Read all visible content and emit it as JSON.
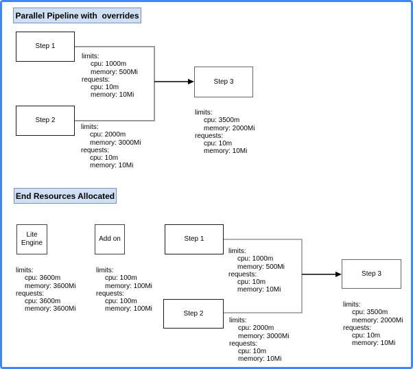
{
  "frame": {
    "border_color": "#4285f4"
  },
  "colors": {
    "title_fill": "#cfe0f4",
    "title_border": "#7a8eb8",
    "node_border": "#1a1a1a",
    "connector_gray": "#999999",
    "arrow_black": "#000000"
  },
  "sections": {
    "pipeline": {
      "title": "Parallel Pipeline with  overrides",
      "nodes": {
        "step1": {
          "label": "Step 1"
        },
        "step2": {
          "label": "Step 2"
        },
        "step3": {
          "label": "Step 3"
        }
      },
      "resources": {
        "step1": {
          "lines": [
            "limits:",
            "cpu: 1000m",
            "memory: 500Mi",
            "requests:",
            "cpu: 10m",
            "memory: 10Mi"
          ]
        },
        "step2": {
          "lines": [
            "limits:",
            "cpu: 2000m",
            "memory: 3000Mi",
            "requests:",
            "cpu: 10m",
            "memory: 10Mi"
          ]
        },
        "step3": {
          "lines": [
            "limits:",
            "cpu: 3500m",
            "memory: 2000Mi",
            "requests:",
            "cpu: 10m",
            "memory: 10Mi"
          ]
        }
      }
    },
    "end_resources": {
      "title": "End Resources Allocated",
      "nodes": {
        "lite_engine": {
          "label": "Lite Engine"
        },
        "addon": {
          "label": "Add on"
        },
        "step1": {
          "label": "Step 1"
        },
        "step2": {
          "label": "Step 2"
        },
        "step3": {
          "label": "Step 3"
        }
      },
      "resources": {
        "lite_engine": {
          "lines": [
            "limits:",
            "cpu: 3600m",
            "memory: 3600Mi",
            "requests:",
            "cpu: 3600m",
            "memory: 3600Mi"
          ]
        },
        "addon": {
          "lines": [
            "limits:",
            "cpu: 100m",
            "memory: 100Mi",
            "requests:",
            "cpu: 100m",
            "memory: 100Mi"
          ]
        },
        "step1": {
          "lines": [
            "limits:",
            "cpu: 1000m",
            "memory: 500Mi",
            "requests:",
            "cpu: 10m",
            "memory: 10Mi"
          ]
        },
        "step2": {
          "lines": [
            "limits:",
            "cpu: 2000m",
            "memory: 3000Mi",
            "requests:",
            "cpu: 10m",
            "memory: 10Mi"
          ]
        },
        "step3": {
          "lines": [
            "limits:",
            "cpu: 3500m",
            "memory: 2000Mi",
            "requests:",
            "cpu: 10m",
            "memory: 10Mi"
          ]
        }
      }
    }
  }
}
